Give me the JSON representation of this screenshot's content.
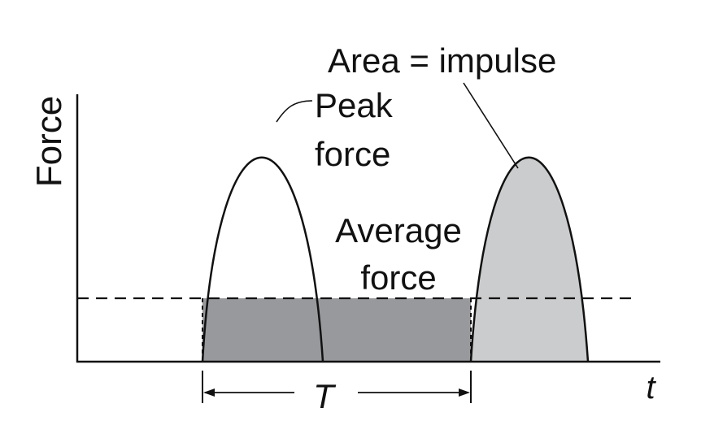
{
  "labels": {
    "y_axis": "Force",
    "x_axis": "t",
    "peak_line1": "Peak",
    "peak_line2": "force",
    "area": "Area = impulse",
    "average_line1": "Average",
    "average_line2": "force",
    "period": "T"
  },
  "colors": {
    "stroke": "#111111",
    "average_rect": "#98999c",
    "impulse_fill": "#cbcccd",
    "background": "#ffffff"
  }
}
